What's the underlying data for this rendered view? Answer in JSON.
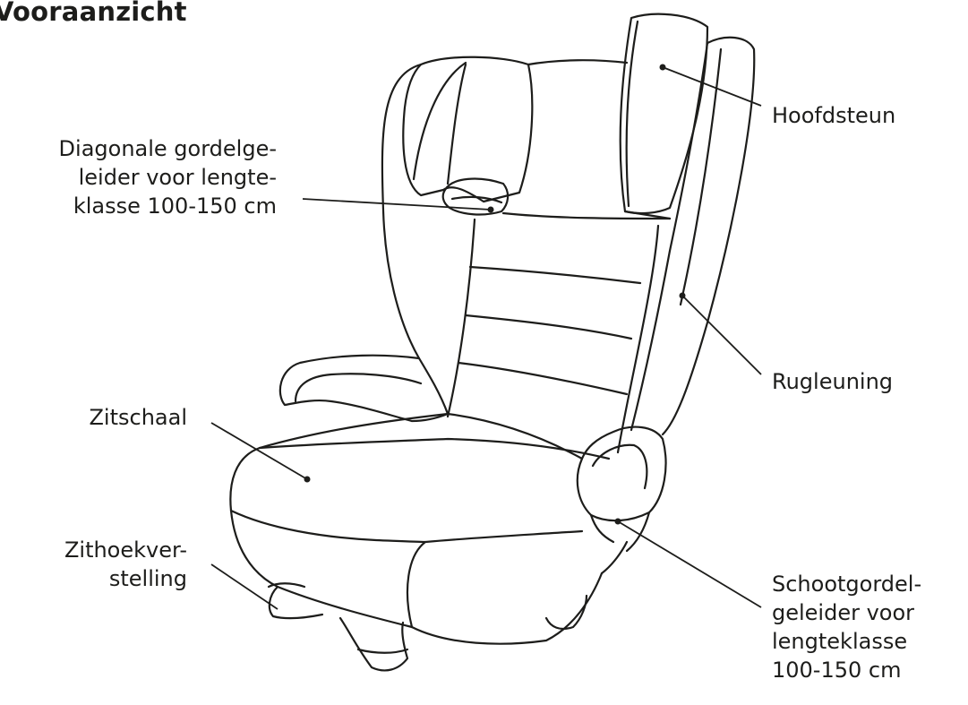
{
  "title": "Vooraanzicht",
  "labels": {
    "headrest": [
      "Hoofdsteun"
    ],
    "diagonal_guide": [
      "Diagonale gordelge-",
      "leider voor lengte-",
      "klasse 100-150 cm"
    ],
    "backrest": [
      "Rugleuning"
    ],
    "seat_shell": [
      "Zitschaal"
    ],
    "recline_adjust": [
      "Zithoekver-",
      "stelling"
    ],
    "lap_belt_guide": [
      "Schootgordel-",
      "geleider voor",
      "lengteklasse",
      "100-150 cm"
    ]
  }
}
